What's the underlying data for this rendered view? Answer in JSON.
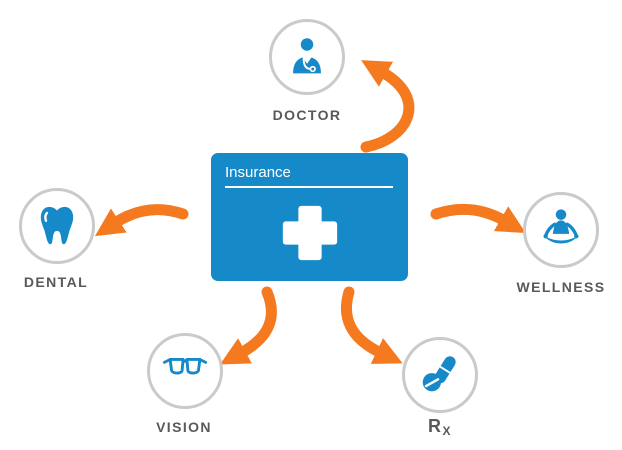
{
  "colors": {
    "blue": "#1689C9",
    "orange": "#F4791F",
    "circle-border": "#C9CACC",
    "label": "#58595B"
  },
  "card": {
    "title": "Insurance",
    "icon": "medical-cross-icon"
  },
  "nodes": {
    "doctor": {
      "label": "DOCTOR",
      "icon": "doctor-icon"
    },
    "dental": {
      "label": "DENTAL",
      "icon": "tooth-icon"
    },
    "wellness": {
      "label": "WELLNESS",
      "icon": "meditation-icon"
    },
    "vision": {
      "label": "VISION",
      "icon": "eyeglasses-icon"
    },
    "rx": {
      "label_main": "R",
      "label_sub": "X",
      "icon": "pills-icon"
    }
  }
}
